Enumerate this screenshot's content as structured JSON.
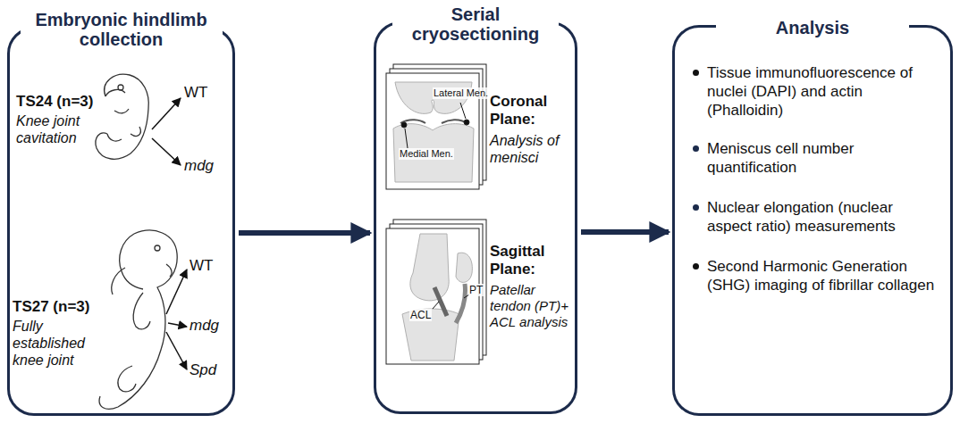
{
  "diagram": {
    "nodes": [
      {
        "text": [
          "Embryonic hindlimb collection"
        ]
      },
      {
        "text": [
          "Serial cryosectioning"
        ]
      },
      {
        "text": [
          "Analysis",
          "Tissue immunofluorescence of nuclei (DAPI) and actin (Phalloidin)",
          "Meniscus cell number quantification",
          "Nuclear elongation (nuclear aspect ratio) measurements",
          "Second Harmonic Generation (SHG) imaging of fibrillar collagen"
        ]
      }
    ],
    "edges": [
      {
        "from": 0,
        "to": 1,
        "arrow": "to"
      },
      {
        "from": 1,
        "to": 2,
        "arrow": "to"
      }
    ],
    "labels": [
      "TS24 (n=3)",
      "Knee joint cavitation",
      "WT",
      "mdg",
      "TS27 (n=3)",
      "Fully established knee joint",
      "WT",
      "mdg",
      "Spd",
      "Coronal Plane:",
      "Analysis of menisci",
      "Lateral Men.",
      "Medial Men.",
      "Sagittal Plane:",
      "Patellar tendon (PT)+ ACL analysis",
      "ACL",
      "PT"
    ]
  }
}
